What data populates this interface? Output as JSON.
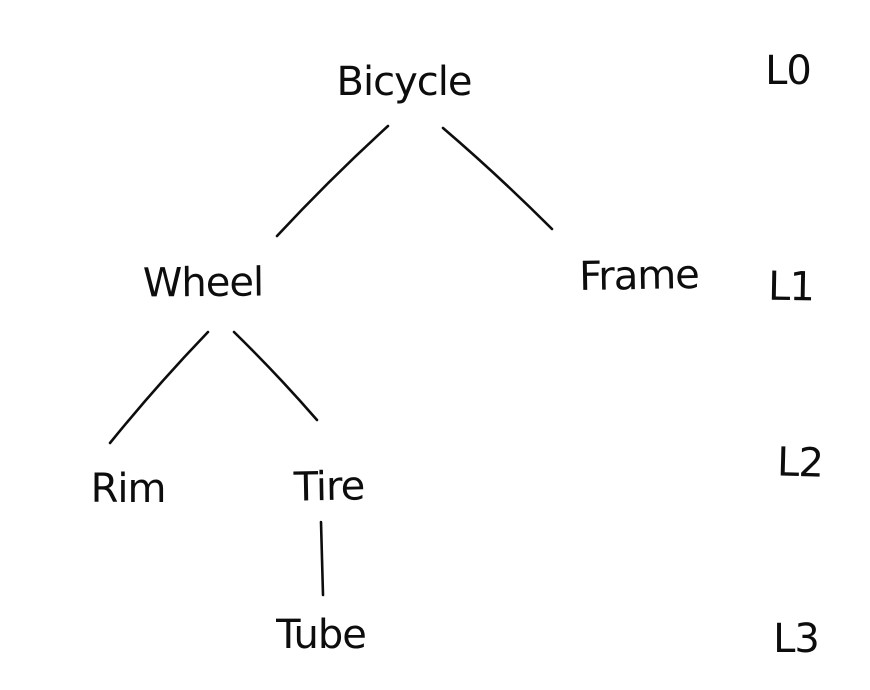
{
  "diagram": {
    "type": "tree",
    "style": "hand-drawn",
    "colors": {
      "ink": "#0d0d0d",
      "background": "#ffffff"
    },
    "nodes": [
      {
        "id": "bicycle",
        "label": "Bicycle",
        "level": "L0"
      },
      {
        "id": "wheel",
        "label": "Wheel",
        "level": "L1"
      },
      {
        "id": "frame",
        "label": "Frame",
        "level": "L1"
      },
      {
        "id": "rim",
        "label": "Rim",
        "level": "L2"
      },
      {
        "id": "tire",
        "label": "Tire",
        "level": "L2"
      },
      {
        "id": "tube",
        "label": "Tube",
        "level": "L3"
      }
    ],
    "edges": [
      {
        "from": "Bicycle",
        "to": "Wheel"
      },
      {
        "from": "Bicycle",
        "to": "Frame"
      },
      {
        "from": "Wheel",
        "to": "Rim"
      },
      {
        "from": "Wheel",
        "to": "Tire"
      },
      {
        "from": "Tire",
        "to": "Tube"
      }
    ],
    "level_labels": [
      {
        "label": "L0"
      },
      {
        "label": "L1"
      },
      {
        "label": "L2"
      },
      {
        "label": "L3"
      }
    ]
  }
}
